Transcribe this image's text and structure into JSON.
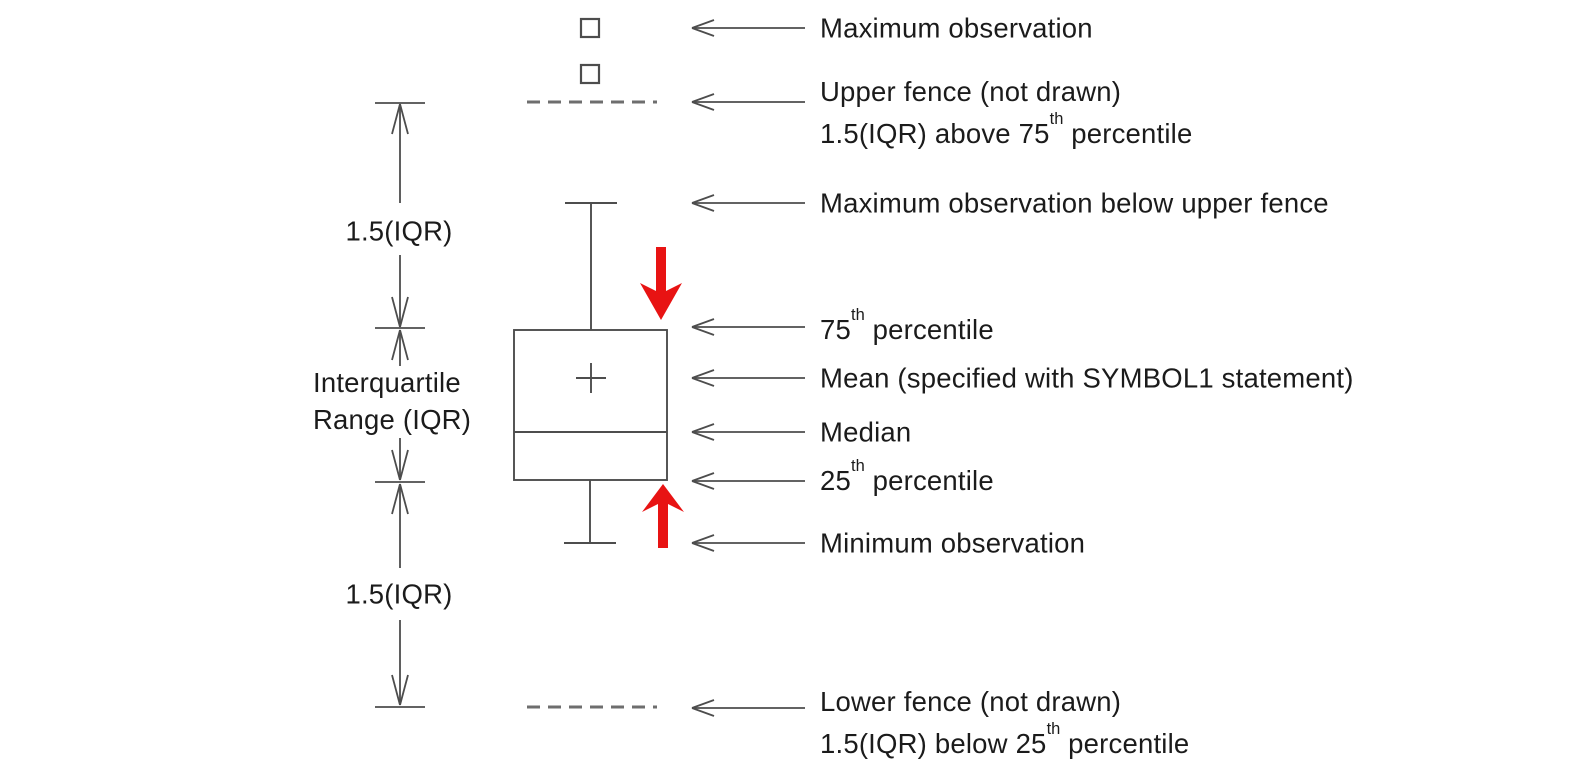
{
  "diagram": {
    "title": "Box plot anatomy (box-and-whisker schematic)",
    "colors": {
      "line_gray": "#4d4d4d",
      "dash_gray": "#6e6e6e",
      "text": "#1b1b1b",
      "accent_red": "#e81313",
      "background": "#ffffff"
    },
    "left_labels": {
      "upper_iqr": "1.5(IQR)",
      "iqr_line1": "Interquartile",
      "iqr_line2": "Range (IQR)",
      "lower_iqr": "1.5(IQR)"
    },
    "right_labels": [
      {
        "text": "Maximum observation"
      },
      {
        "line1": "Upper fence (not drawn)",
        "line2_prefix": "1.5(IQR) above  75",
        "line2_sup": "th",
        "line2_suffix": " percentile"
      },
      {
        "text": "Maximum observation below upper fence"
      },
      {
        "prefix": "75",
        "sup": "th",
        "suffix": " percentile"
      },
      {
        "text": "Mean (specified with SYMBOL1 statement)"
      },
      {
        "text": "Median"
      },
      {
        "prefix": "25",
        "sup": "th",
        "suffix": " percentile"
      },
      {
        "text": "Minimum observation"
      },
      {
        "line1": "Lower fence (not drawn)",
        "line2_prefix": "1.5(IQR) below  25",
        "line2_sup": "th",
        "line2_suffix": " percentile"
      }
    ]
  }
}
